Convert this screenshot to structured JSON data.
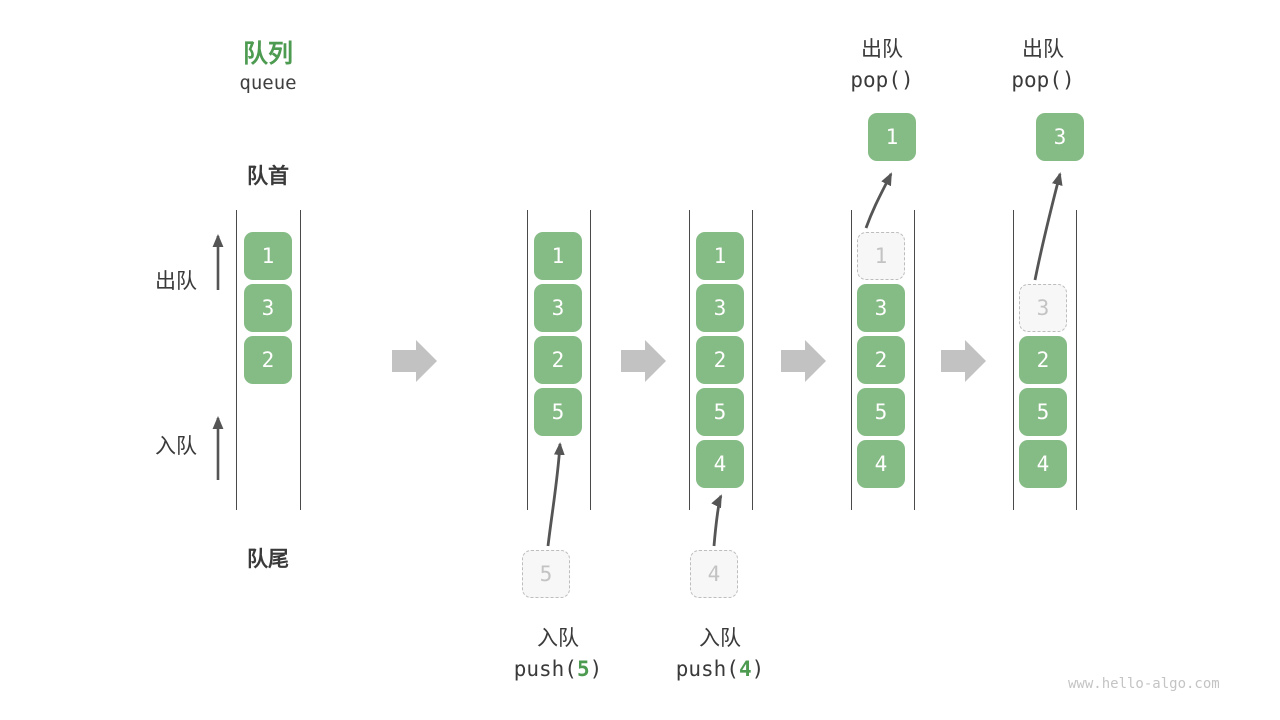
{
  "diagram": {
    "title_cn": "队列",
    "title_en": "queue",
    "head_label": "队首",
    "tail_label": "队尾",
    "dequeue_label": "出队",
    "enqueue_label": "入队",
    "watermark": "www.hello-algo.com",
    "colors": {
      "cell_green": "#85bb85",
      "title_green": "#4d9a51",
      "ghost_fill": "#f7f7f7",
      "ghost_border": "#bdbdbd",
      "rail": "#4a4a4a",
      "arrow_gray": "#555555",
      "flow_arrow_gray": "#c2c2c2",
      "text_dark": "#3a3a3a",
      "watermark_gray": "#c4c4c4"
    }
  },
  "steps": [
    {
      "id": "initial",
      "cells": [
        "1",
        "3",
        "2"
      ],
      "ghost_in_rail": null,
      "incoming": null,
      "popped": null,
      "op_cn": null,
      "op_code": null
    },
    {
      "id": "push-5",
      "cells": [
        "1",
        "3",
        "2",
        "5"
      ],
      "ghost_in_rail": null,
      "incoming": "5",
      "popped": null,
      "op_cn": "入队",
      "op_code_prefix": "push(",
      "op_code_value": "5",
      "op_code_suffix": ")"
    },
    {
      "id": "push-4",
      "cells": [
        "1",
        "3",
        "2",
        "5",
        "4"
      ],
      "ghost_in_rail": null,
      "incoming": "4",
      "popped": null,
      "op_cn": "入队",
      "op_code_prefix": "push(",
      "op_code_value": "4",
      "op_code_suffix": ")"
    },
    {
      "id": "pop-1",
      "cells": [
        "3",
        "2",
        "5",
        "4"
      ],
      "ghost_in_rail": "1",
      "incoming": null,
      "popped": "1",
      "op_cn": "出队",
      "op_code": "pop()"
    },
    {
      "id": "pop-3",
      "cells": [
        "2",
        "5",
        "4"
      ],
      "ghost_in_rail": "3",
      "incoming": null,
      "popped": "3",
      "op_cn": "出队",
      "op_code": "pop()"
    }
  ],
  "flow_arrows": [
    {
      "id": "flow-1"
    },
    {
      "id": "flow-2"
    },
    {
      "id": "flow-3"
    },
    {
      "id": "flow-4"
    }
  ]
}
